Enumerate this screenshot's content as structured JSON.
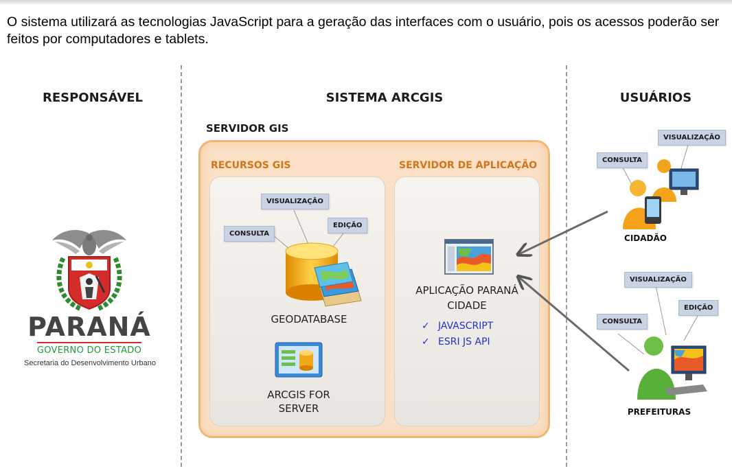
{
  "intro": "O sistema utilizará as tecnologias JavaScript para a geração das interfaces com o usuário, pois os acessos poderão ser feitos por computadores e tablets.",
  "columns": {
    "responsavel": "RESPONSÁVEL",
    "sistema": "SISTEMA ARCGIS",
    "usuarios": "USUÁRIOS"
  },
  "logo": {
    "name": "PARANÁ",
    "gov": "GOVERNO DO ESTADO",
    "dept": "Secretaria do Desenvolvimento Urbano"
  },
  "servidor_gis": "SERVIDOR GIS",
  "recursos": {
    "title": "RECURSOS GIS",
    "tags": {
      "visualizacao": "VISUALIZAÇÃO",
      "consulta": "CONSULTA",
      "edicao": "EDIÇÃO"
    },
    "geodatabase": "GEODATABASE",
    "arcgis_server": "ARCGIS FOR SERVER"
  },
  "aplicacao": {
    "title": "SERVIDOR DE APLICAÇÃO",
    "name": "APLICAÇÃO PARANÁ CIDADE",
    "techs": [
      "JAVASCRIPT",
      "ESRI JS API"
    ],
    "tick": "✓"
  },
  "usuarios": {
    "cidadao": {
      "label": "CIDADÃO",
      "tags": {
        "visualizacao": "VISUALIZAÇÃO",
        "consulta": "CONSULTA"
      }
    },
    "prefeituras": {
      "label": "PREFEITURAS",
      "tags": {
        "visualizacao": "VISUALIZAÇÃO",
        "consulta": "CONSULTA",
        "edicao": "EDIÇÃO"
      }
    }
  },
  "colors": {
    "orange_title": "#d2761a",
    "tech_blue": "#1f33c7",
    "tag_bg": "#c9d3e4",
    "box_bg": "#fbe0c5"
  }
}
